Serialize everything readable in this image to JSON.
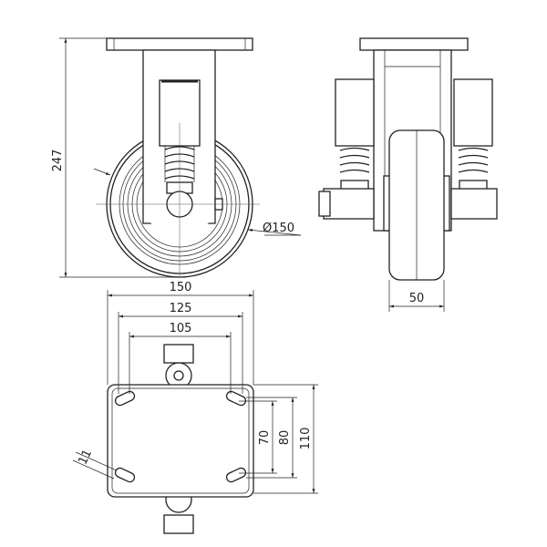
{
  "drawing": {
    "dimensions": {
      "overall_height": "247",
      "wheel_diameter": "Ø150",
      "wheel_width": "50",
      "plate_length": "150",
      "hole_spacing_outer": "125",
      "hole_spacing_inner": "105",
      "plate_hole_width_70": "70",
      "plate_hole_width_80": "80",
      "plate_width": "110",
      "slot_width": "11"
    }
  }
}
